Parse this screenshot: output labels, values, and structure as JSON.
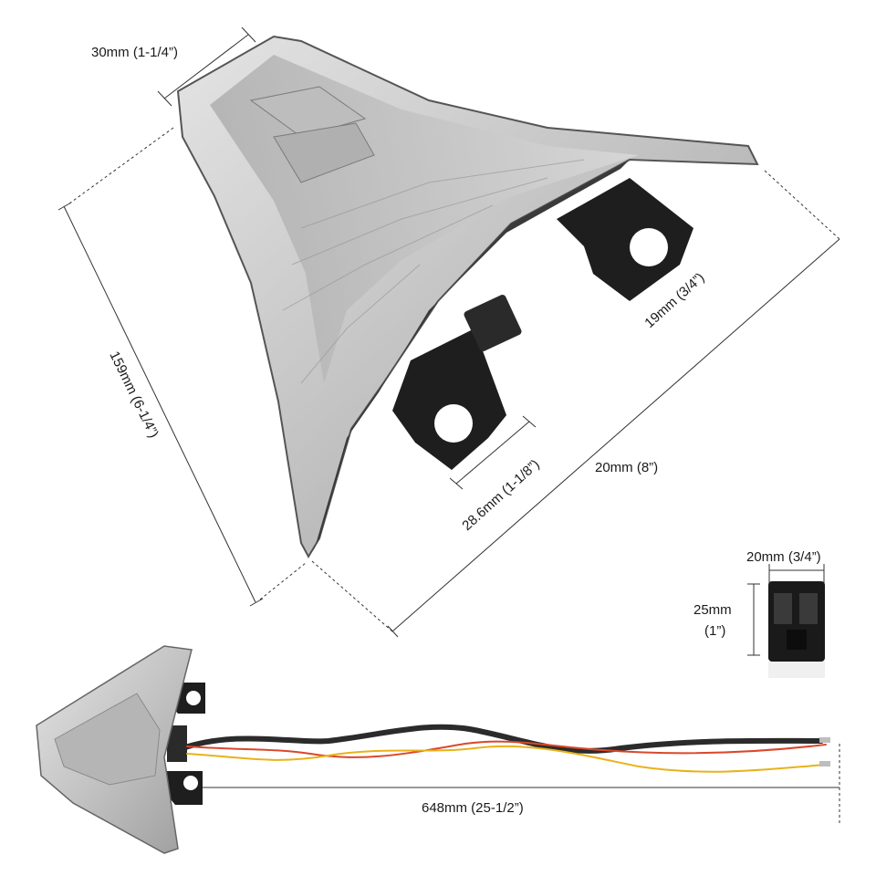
{
  "dimensions": {
    "top_width": "30mm (1-1/4”)",
    "overall_height": "159mm (6-1/4”)",
    "bracket_side": "19mm (3/4”)",
    "bracket_hole_spacing": "28.6mm (1-1/8”)",
    "overall_length": "20mm (8”)",
    "connector_width": "20mm (3/4”)",
    "connector_height_mm": "25mm",
    "connector_height_in": "(1”)",
    "wire_length": "648mm (25-1/2”)"
  },
  "colors": {
    "lens": "#c9c9c9",
    "lens_dark": "#8e8e8e",
    "bracket": "#1e1e1e",
    "dimension_line": "#333333",
    "wire_black": "#2b2b2b",
    "wire_red": "#d9482b",
    "wire_yellow": "#e8b21a"
  }
}
